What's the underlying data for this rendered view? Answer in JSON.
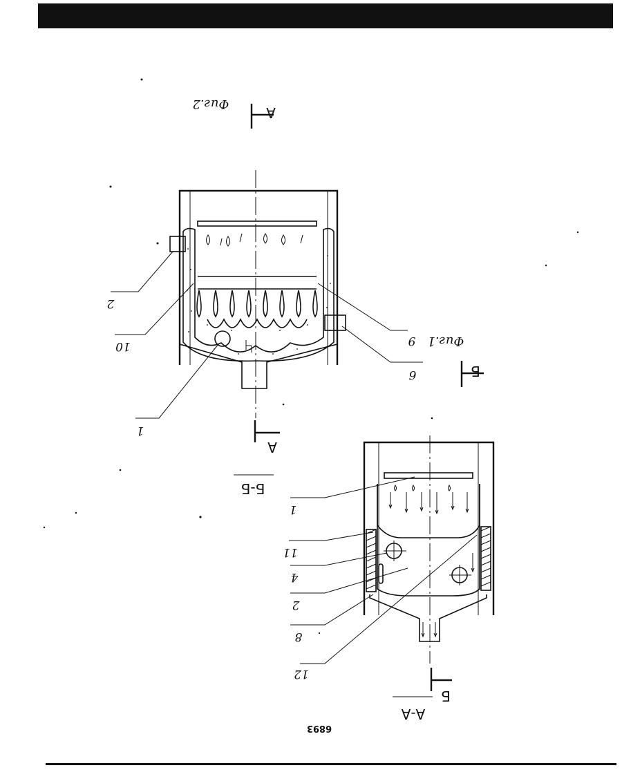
{
  "document": {
    "page_number": "6893",
    "figures": [
      {
        "caption": "Фиг.1",
        "section_marks": [
          "А",
          "А"
        ],
        "part_labels": [
          "1",
          "2",
          "6",
          "9",
          "10"
        ]
      },
      {
        "caption": "Фиг.2",
        "section_title": "Б-Б",
        "section_marks": [
          "Б",
          "Б"
        ],
        "part_labels": [
          "1",
          "2",
          "4",
          "8",
          "11",
          "12"
        ]
      }
    ],
    "section_view_title": "А-А"
  }
}
